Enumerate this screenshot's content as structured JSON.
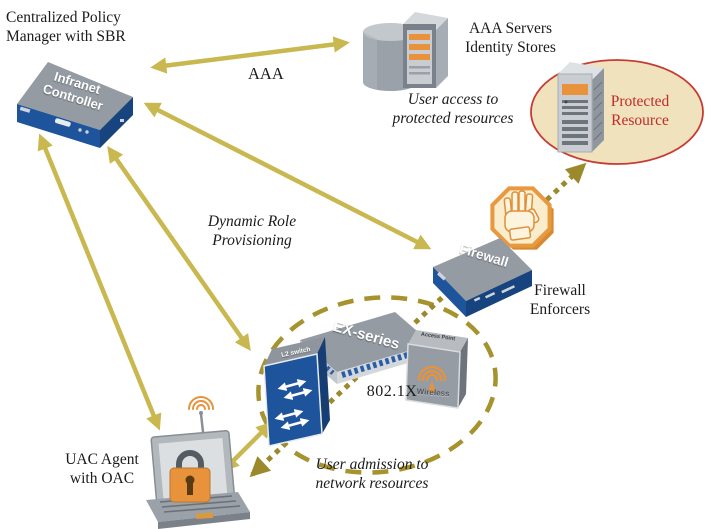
{
  "nodes": {
    "policy_manager": {
      "label": "Centralized Policy\nManager with SBR"
    },
    "infranet_controller": {
      "device_label": "Infranet\nController"
    },
    "aaa_servers": {
      "label": "AAA Servers\nIdentity Stores"
    },
    "protected_resource": {
      "label": "Protected\nResource"
    },
    "firewall": {
      "device_label": "Firewall",
      "label": "Firewall\nEnforcers"
    },
    "ex_series": {
      "device_label": "EX-series"
    },
    "l2_switch": {
      "device_label": "L2 switch"
    },
    "wireless_ap": {
      "top_label": "Access Point",
      "front_label": "Wireless"
    },
    "uac_agent": {
      "label": "UAC Agent\nwith OAC"
    },
    "dot1x_zone": {
      "label": "802.1X"
    }
  },
  "flows": {
    "aaa_label": "AAA",
    "dynamic_role_label": "Dynamic Role\nProvisioning",
    "user_access_label": "User access to\nprotected resources",
    "user_admission_label": "User admission to\nnetwork resources"
  },
  "colors": {
    "arrow": "#C9B750",
    "dotted_arrow": "#9C892C",
    "zone_dash": "#A6932E",
    "device_top": "#949BA2",
    "device_front": "#1E549B",
    "orange": "#E8923B",
    "protected_fill": "#EFE2BD",
    "protected_border": "#C63C35",
    "red_text": "#C22B2B"
  }
}
